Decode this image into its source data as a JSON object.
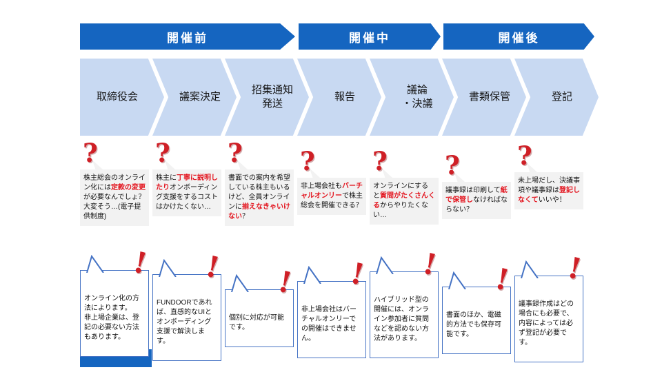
{
  "colors": {
    "banner_blue": "#1565c0",
    "chevron_blue": "#c8d9f2",
    "accent_red": "#cf1f26",
    "text_red": "#e3141e",
    "question_bubble_gray": "#f2f2f2",
    "answer_border_blue": "#4472c4"
  },
  "banners": [
    {
      "label": "開催前"
    },
    {
      "label": "開催中"
    },
    {
      "label": "開催後"
    }
  ],
  "steps": [
    {
      "label": "取締役会"
    },
    {
      "label": "議案決定"
    },
    {
      "label": "招集通知\n発送"
    },
    {
      "label": "報告"
    },
    {
      "label": "議論\n・決議"
    },
    {
      "label": "書類保管"
    },
    {
      "label": "登記"
    }
  ],
  "icons": {
    "question": "?",
    "exclamation": "!"
  },
  "questions": [
    {
      "segments": [
        {
          "text": "株主総会のオンライン化には",
          "red": false
        },
        {
          "text": "定款の変更",
          "red": true
        },
        {
          "text": "が必要なんでしょ？大変そう…(電子提供制度)",
          "red": false
        }
      ]
    },
    {
      "segments": [
        {
          "text": "株主に",
          "red": false
        },
        {
          "text": "丁寧に説明したり",
          "red": true
        },
        {
          "text": "オンボーディング支援をするコストはかけたくない…",
          "red": false
        }
      ]
    },
    {
      "segments": [
        {
          "text": "書面での案内を希望している株主もいるけど、全員オンラインに",
          "red": false
        },
        {
          "text": "揃えなきゃいけない",
          "red": true
        },
        {
          "text": "？",
          "red": false
        }
      ]
    },
    {
      "segments": [
        {
          "text": "非上場会社も",
          "red": false
        },
        {
          "text": "バーチャルオンリー",
          "red": true
        },
        {
          "text": "で株主総会を開催できる？",
          "red": false
        }
      ]
    },
    {
      "segments": [
        {
          "text": "オンラインにすると",
          "red": false
        },
        {
          "text": "質問がたくさんくる",
          "red": true
        },
        {
          "text": "からやりたくない…",
          "red": false
        }
      ]
    },
    {
      "segments": [
        {
          "text": "議事録は印刷して",
          "red": false
        },
        {
          "text": "紙で保管し",
          "red": true
        },
        {
          "text": "なければならない？",
          "red": false
        }
      ]
    },
    {
      "segments": [
        {
          "text": "未上場だし、決議事項や議事録は",
          "red": false
        },
        {
          "text": "登記しなくて",
          "red": true
        },
        {
          "text": "いいや！",
          "red": false
        }
      ]
    }
  ],
  "answers": [
    {
      "text": "オンライン化の方法によります。\n非上場企業は、登記の必要ない方法もあります。"
    },
    {
      "text": "FUNDOORであれば、直感的なUIとオンボーディング支援で解決します。"
    },
    {
      "text": "個別に対応が可能です。"
    },
    {
      "text": "非上場会社はバーチャルオンリーでの開催はできません。"
    },
    {
      "text": "ハイブリッド型の開催には、オンライン参加者に質問などを認めない方法があります。"
    },
    {
      "text": "書面のほか、電磁的方法でも保存可能です。"
    },
    {
      "text": "議事録作成はどの場合にも必要で、内容によっては必ず登記が必要です。"
    }
  ]
}
